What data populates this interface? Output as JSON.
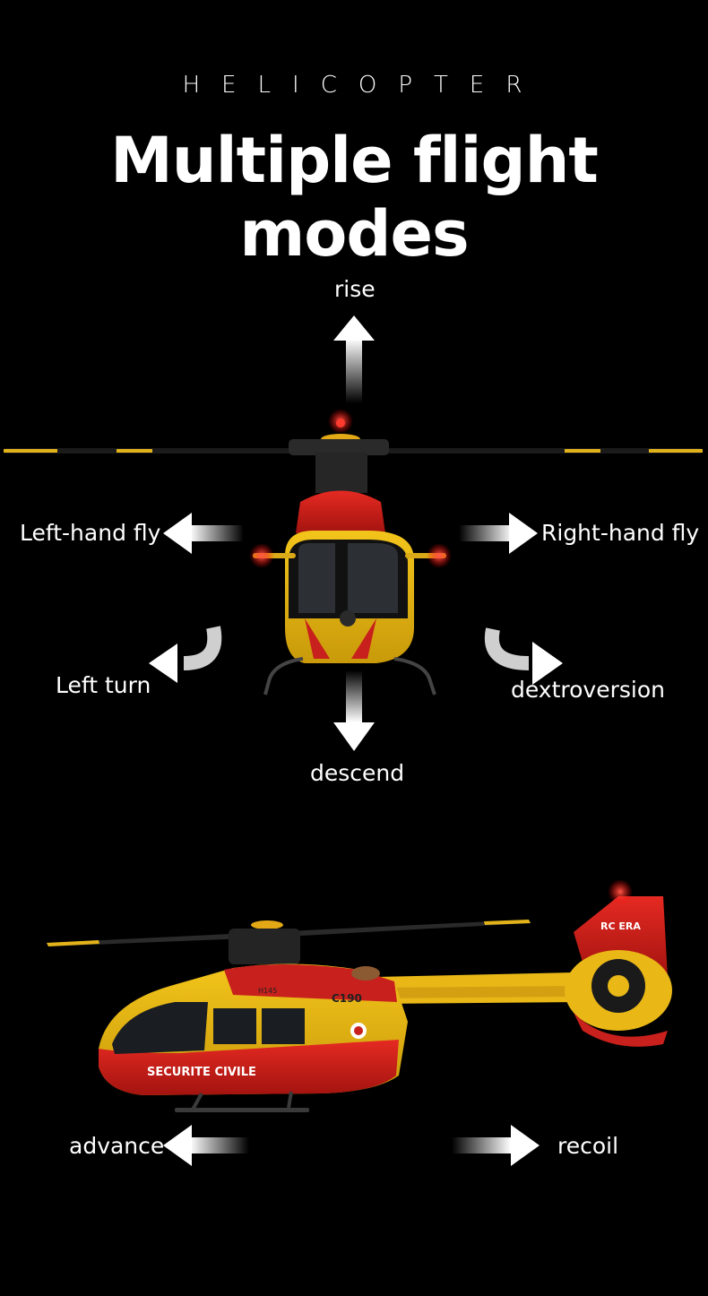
{
  "header": {
    "eyebrow": "HELICOPTER",
    "title": "Multiple flight modes"
  },
  "modes": {
    "rise": "rise",
    "descend": "descend",
    "left_fly": "Left-hand fly",
    "right_fly": "Right-hand fly",
    "left_turn": "Left turn",
    "right_turn": "dextroversion",
    "advance": "advance",
    "recoil": "recoil"
  },
  "helicopter": {
    "brand": "RC ERA",
    "tail_code": "C190",
    "model_mark": "H145",
    "livery_text": "SECURITE CIVILE"
  },
  "colors": {
    "livery_red": "#d8201f",
    "livery_yellow": "#f2c419",
    "background": "#000000"
  }
}
